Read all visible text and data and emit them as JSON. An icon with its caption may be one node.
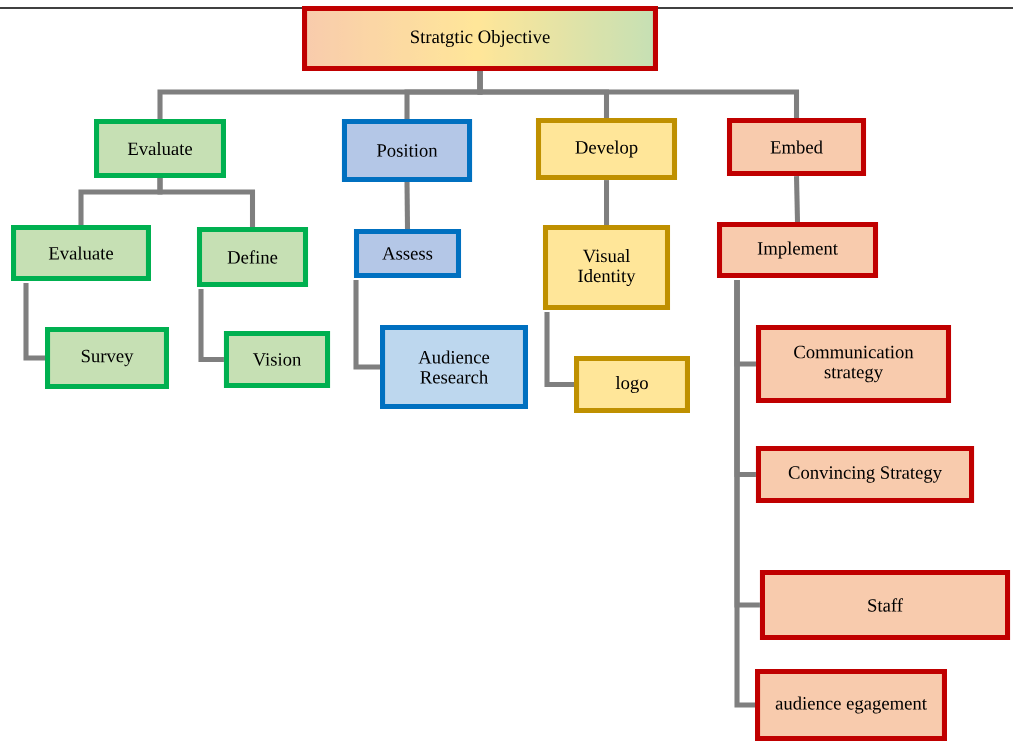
{
  "diagram": {
    "nodes": [
      {
        "text": [
          "Stratgtic Objective"
        ]
      },
      {
        "text": [
          "Evaluate"
        ]
      },
      {
        "text": [
          "Position"
        ]
      },
      {
        "text": [
          "Develop"
        ]
      },
      {
        "text": [
          "Embed"
        ]
      },
      {
        "text": [
          "Evaluate"
        ]
      },
      {
        "text": [
          "Define"
        ]
      },
      {
        "text": [
          "Survey"
        ]
      },
      {
        "text": [
          "Vision"
        ]
      },
      {
        "text": [
          "Assess"
        ]
      },
      {
        "text": [
          "Audience Research"
        ]
      },
      {
        "text": [
          "Visual Identity"
        ]
      },
      {
        "text": [
          "logo"
        ]
      },
      {
        "text": [
          "Implement"
        ]
      },
      {
        "text": [
          "Communication strategy"
        ]
      },
      {
        "text": [
          "Convincing Strategy"
        ]
      },
      {
        "text": [
          "Staff"
        ]
      },
      {
        "text": [
          "audience egagement"
        ]
      }
    ],
    "edges": [
      {
        "from": 0,
        "to": 1,
        "arrow": "none"
      },
      {
        "from": 0,
        "to": 2,
        "arrow": "none"
      },
      {
        "from": 0,
        "to": 3,
        "arrow": "none"
      },
      {
        "from": 0,
        "to": 4,
        "arrow": "none"
      },
      {
        "from": 1,
        "to": 5,
        "arrow": "none"
      },
      {
        "from": 1,
        "to": 6,
        "arrow": "none"
      },
      {
        "from": 2,
        "to": 9,
        "arrow": "none"
      },
      {
        "from": 3,
        "to": 11,
        "arrow": "none"
      },
      {
        "from": 4,
        "to": 13,
        "arrow": "none"
      },
      {
        "from": 5,
        "to": 7,
        "arrow": "none"
      },
      {
        "from": 6,
        "to": 8,
        "arrow": "none"
      },
      {
        "from": 9,
        "to": 10,
        "arrow": "none"
      },
      {
        "from": 11,
        "to": 12,
        "arrow": "none"
      },
      {
        "from": 13,
        "to": 14,
        "arrow": "none"
      },
      {
        "from": 13,
        "to": 15,
        "arrow": "none"
      },
      {
        "from": 13,
        "to": 16,
        "arrow": "none"
      },
      {
        "from": 13,
        "to": 17,
        "arrow": "none"
      }
    ]
  }
}
